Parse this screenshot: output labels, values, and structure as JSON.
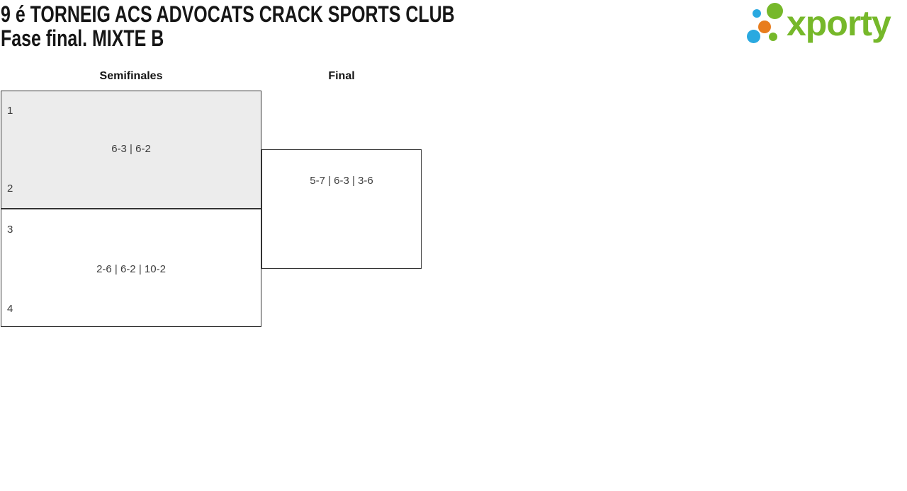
{
  "page": {
    "title": "9 é TORNEIG ACS ADVOCATS CRACK SPORTS CLUB",
    "subtitle": "Fase final. MIXTE B"
  },
  "logo": {
    "wordmark": "xporty",
    "colors": {
      "green": "#76b82a",
      "blue": "#2aa9e0",
      "orange": "#e87d1e"
    }
  },
  "bracket": {
    "rounds": [
      {
        "label": "Semifinales"
      },
      {
        "label": "Final"
      }
    ],
    "matches": {
      "semifinal_1": {
        "top_seed": "1",
        "bottom_seed": "2",
        "score": "6-3 | 6-2"
      },
      "semifinal_2": {
        "top_seed": "3",
        "bottom_seed": "4",
        "score": "2-6 | 6-2 | 10-2"
      },
      "final": {
        "score": "5-7 | 6-3 | 3-6"
      }
    },
    "colors": {
      "box_border": "#333333",
      "shaded_match_bg": "#ececec",
      "text": "#3d3d3d"
    }
  }
}
